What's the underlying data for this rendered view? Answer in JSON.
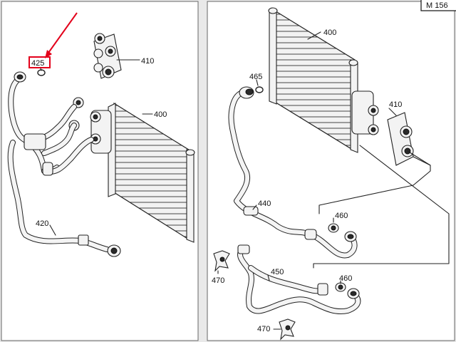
{
  "badge": "M 156",
  "highlight_color": "#e3001b",
  "left_panel": {
    "labels": {
      "p425": "425",
      "p410": "410",
      "p400": "400",
      "p420": "420"
    }
  },
  "right_panel": {
    "labels": {
      "p400": "400",
      "p465": "465",
      "p410": "410",
      "p440": "440",
      "p460a": "460",
      "p450": "450",
      "p460b": "460",
      "p470a": "470",
      "p470b": "470"
    }
  }
}
